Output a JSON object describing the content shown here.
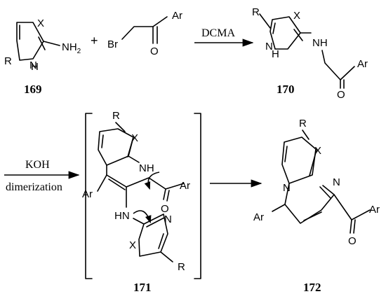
{
  "compounds": {
    "c169": "169",
    "c170": "170",
    "c171": "171",
    "c172": "172"
  },
  "conditions": {
    "step1": "DCMA",
    "step2_line1": "KOH",
    "step2_line2": "dimerization"
  },
  "symbols": {
    "plus": "+",
    "R": "R",
    "X": "X",
    "N": "N",
    "H": "H",
    "NH": "NH",
    "HN": "HN",
    "NH2": "NH",
    "NH2_sub": "2",
    "Br": "Br",
    "O": "O",
    "Ar": "Ar"
  }
}
